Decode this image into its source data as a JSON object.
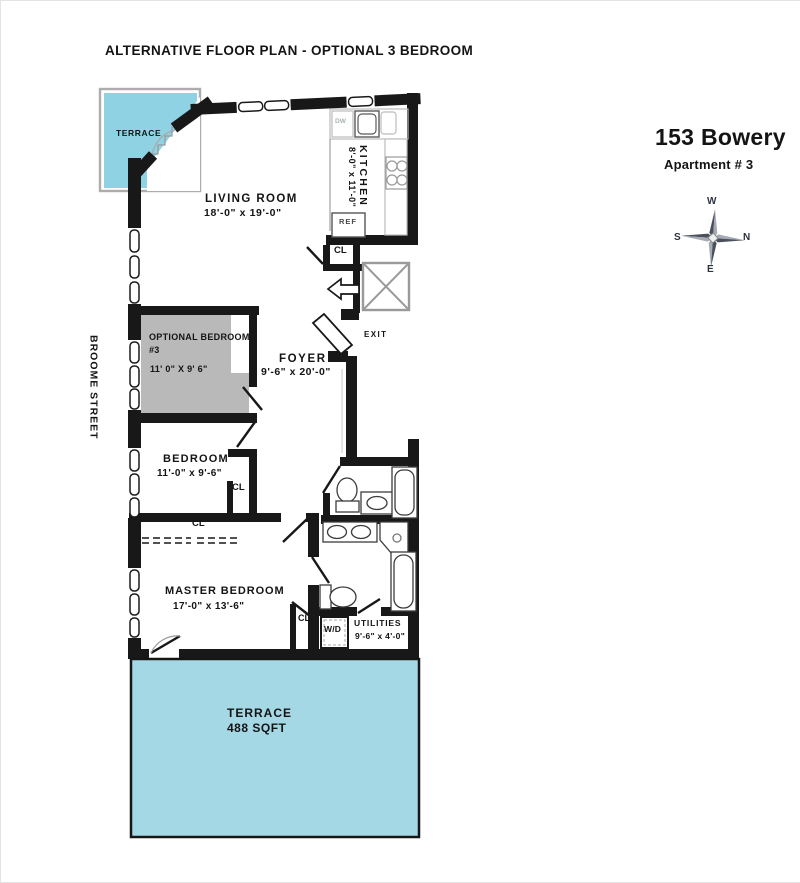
{
  "title": "ALTERNATIVE FLOOR PLAN - OPTIONAL 3 BEDROOM",
  "building": {
    "name": "153 Bowery",
    "unit": "Apartment # 3"
  },
  "street": "BROOME STREET",
  "compass": {
    "n": "N",
    "s": "S",
    "e": "E",
    "w": "W"
  },
  "rooms": {
    "terrace_top": {
      "name": "TERRACE"
    },
    "living_room": {
      "name": "LIVING ROOM",
      "dims": "18'-0\" x 19'-0\""
    },
    "kitchen": {
      "name": "KITCHEN",
      "dims": "8'-0\" x 11'-0\""
    },
    "foyer": {
      "name": "FOYER",
      "dims": "9'-6\" x 20'-0\""
    },
    "optional_bedroom": {
      "name": "OPTIONAL BEDROOM #3",
      "dims": "11' 0\" X 9' 6\""
    },
    "bedroom": {
      "name": "BEDROOM",
      "dims": "11'-0\" x 9'-6\""
    },
    "master_bedroom": {
      "name": "MASTER BEDROOM",
      "dims": "17'-0\" x 13'-6\""
    },
    "utilities": {
      "name": "UTILITIES",
      "dims": "9'-6\" x 4'-0\""
    },
    "terrace_bottom": {
      "name": "TERRACE",
      "area": "488 SQFT"
    }
  },
  "fixtures": {
    "closet": "CL",
    "exit": "EXIT",
    "refrigerator": "REF",
    "dishwasher": "DW",
    "washer_dryer": "W/D"
  },
  "colors": {
    "terrace_upper": "#8fd2e3",
    "terrace_lower": "#a5d8e5",
    "optional_room": "#b9b9b9",
    "wall": "#181818"
  }
}
